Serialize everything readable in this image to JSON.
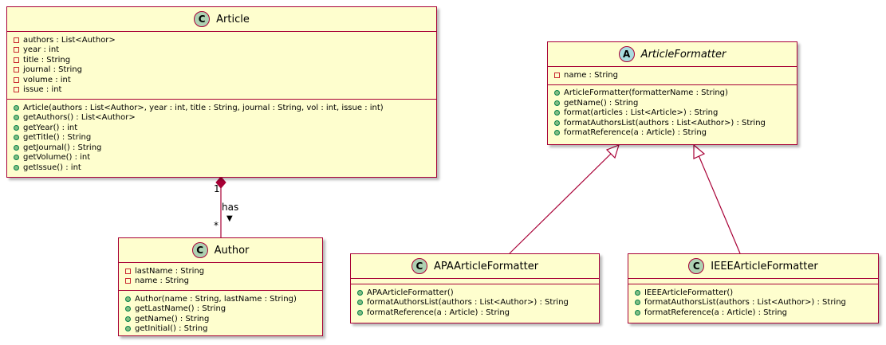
{
  "classes": {
    "article": {
      "stereotype": "C",
      "name": "Article",
      "fields": [
        "authors : List<Author>",
        "year : int",
        "title : String",
        "journal : String",
        "volume : int",
        "issue : int"
      ],
      "methods": [
        "Article(authors : List<Author>, year : int, title : String, journal : String, vol : int, issue : int)",
        "getAuthors() : List<Author>",
        "getYear() : int",
        "getTitle() : String",
        "getJournal() : String",
        "getVolume() : int",
        "getIssue() : int"
      ]
    },
    "author": {
      "stereotype": "C",
      "name": "Author",
      "fields": [
        "lastName : String",
        "name : String"
      ],
      "methods": [
        "Author(name : String, lastName : String)",
        "getLastName() : String",
        "getName() : String",
        "getInitial() : String"
      ]
    },
    "article_formatter": {
      "stereotype": "A",
      "name": "ArticleFormatter",
      "fields": [
        "name : String"
      ],
      "methods": [
        "ArticleFormatter(formatterName : String)",
        "getName() : String",
        "format(articles : List<Article>) : String",
        "formatAuthorsList(authors : List<Author>) : String",
        "formatReference(a : Article) : String"
      ]
    },
    "apa_formatter": {
      "stereotype": "C",
      "name": "APAArticleFormatter",
      "methods": [
        "APAArticleFormatter()",
        "formatAuthorsList(authors : List<Author>) : String",
        "formatReference(a : Article) : String"
      ]
    },
    "ieee_formatter": {
      "stereotype": "C",
      "name": "IEEEArticleFormatter",
      "methods": [
        "IEEEArticleFormatter()",
        "formatAuthorsList(authors : List<Author>) : String",
        "formatReference(a : Article) : String"
      ]
    }
  },
  "relations": {
    "composition": {
      "source_multiplicity": "1",
      "target_multiplicity": "*",
      "label": "has",
      "direction_arrow": "▼"
    }
  },
  "colors": {
    "class_fill": "#fefece",
    "border": "#a80036",
    "class_badge": "#add1b2",
    "abstract_badge": "#a9dcdf",
    "private_marker": "#c82930",
    "public_marker": "#84be84"
  }
}
